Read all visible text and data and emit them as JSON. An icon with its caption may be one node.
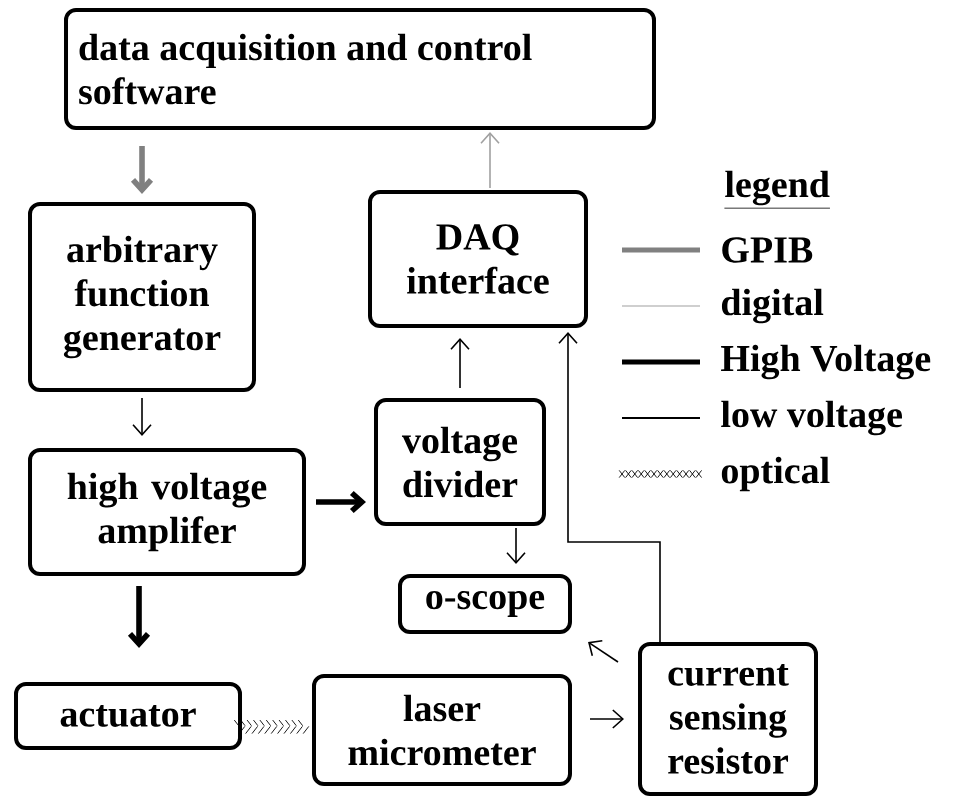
{
  "diagram": {
    "nodes": [
      {
        "text": [
          "data acquisition and control software"
        ]
      },
      {
        "text": [
          "DAQ interface"
        ]
      },
      {
        "text": [
          "arbitrary function generator"
        ]
      },
      {
        "text": [
          "high voltage amplifer"
        ]
      },
      {
        "text": [
          "voltage divider"
        ]
      },
      {
        "text": [
          "o-scope"
        ]
      },
      {
        "text": [
          "actuator"
        ]
      },
      {
        "text": [
          "laser micrometer"
        ]
      },
      {
        "text": [
          "current sensing resistor"
        ]
      }
    ],
    "edges": [
      {
        "from": 0,
        "to": 2,
        "arrow": "to",
        "style": "thick",
        "color": "#808080"
      },
      {
        "from": 1,
        "to": 0,
        "arrow": "to",
        "color": "#a0a0a0"
      },
      {
        "from": 4,
        "to": 1,
        "arrow": "to"
      },
      {
        "from": 8,
        "to": 1,
        "arrow": "to"
      },
      {
        "from": 2,
        "to": 3,
        "arrow": "to"
      },
      {
        "from": 3,
        "to": 4,
        "arrow": "to",
        "style": "thick"
      },
      {
        "from": 4,
        "to": 5,
        "arrow": "to"
      },
      {
        "from": 3,
        "to": 6,
        "arrow": "to",
        "style": "thick"
      },
      {
        "from": 6,
        "to": 7,
        "arrow": "none"
      },
      {
        "from": 7,
        "to": 8,
        "arrow": "to"
      },
      {
        "from": 8,
        "to": 5,
        "arrow": "to"
      }
    ],
    "labels": [
      "legend"
    ],
    "legend": [
      {
        "text": "GPIB"
      },
      {
        "text": "digital"
      },
      {
        "text": "High Voltage"
      },
      {
        "text": "low voltage"
      },
      {
        "text": "optical"
      }
    ]
  }
}
